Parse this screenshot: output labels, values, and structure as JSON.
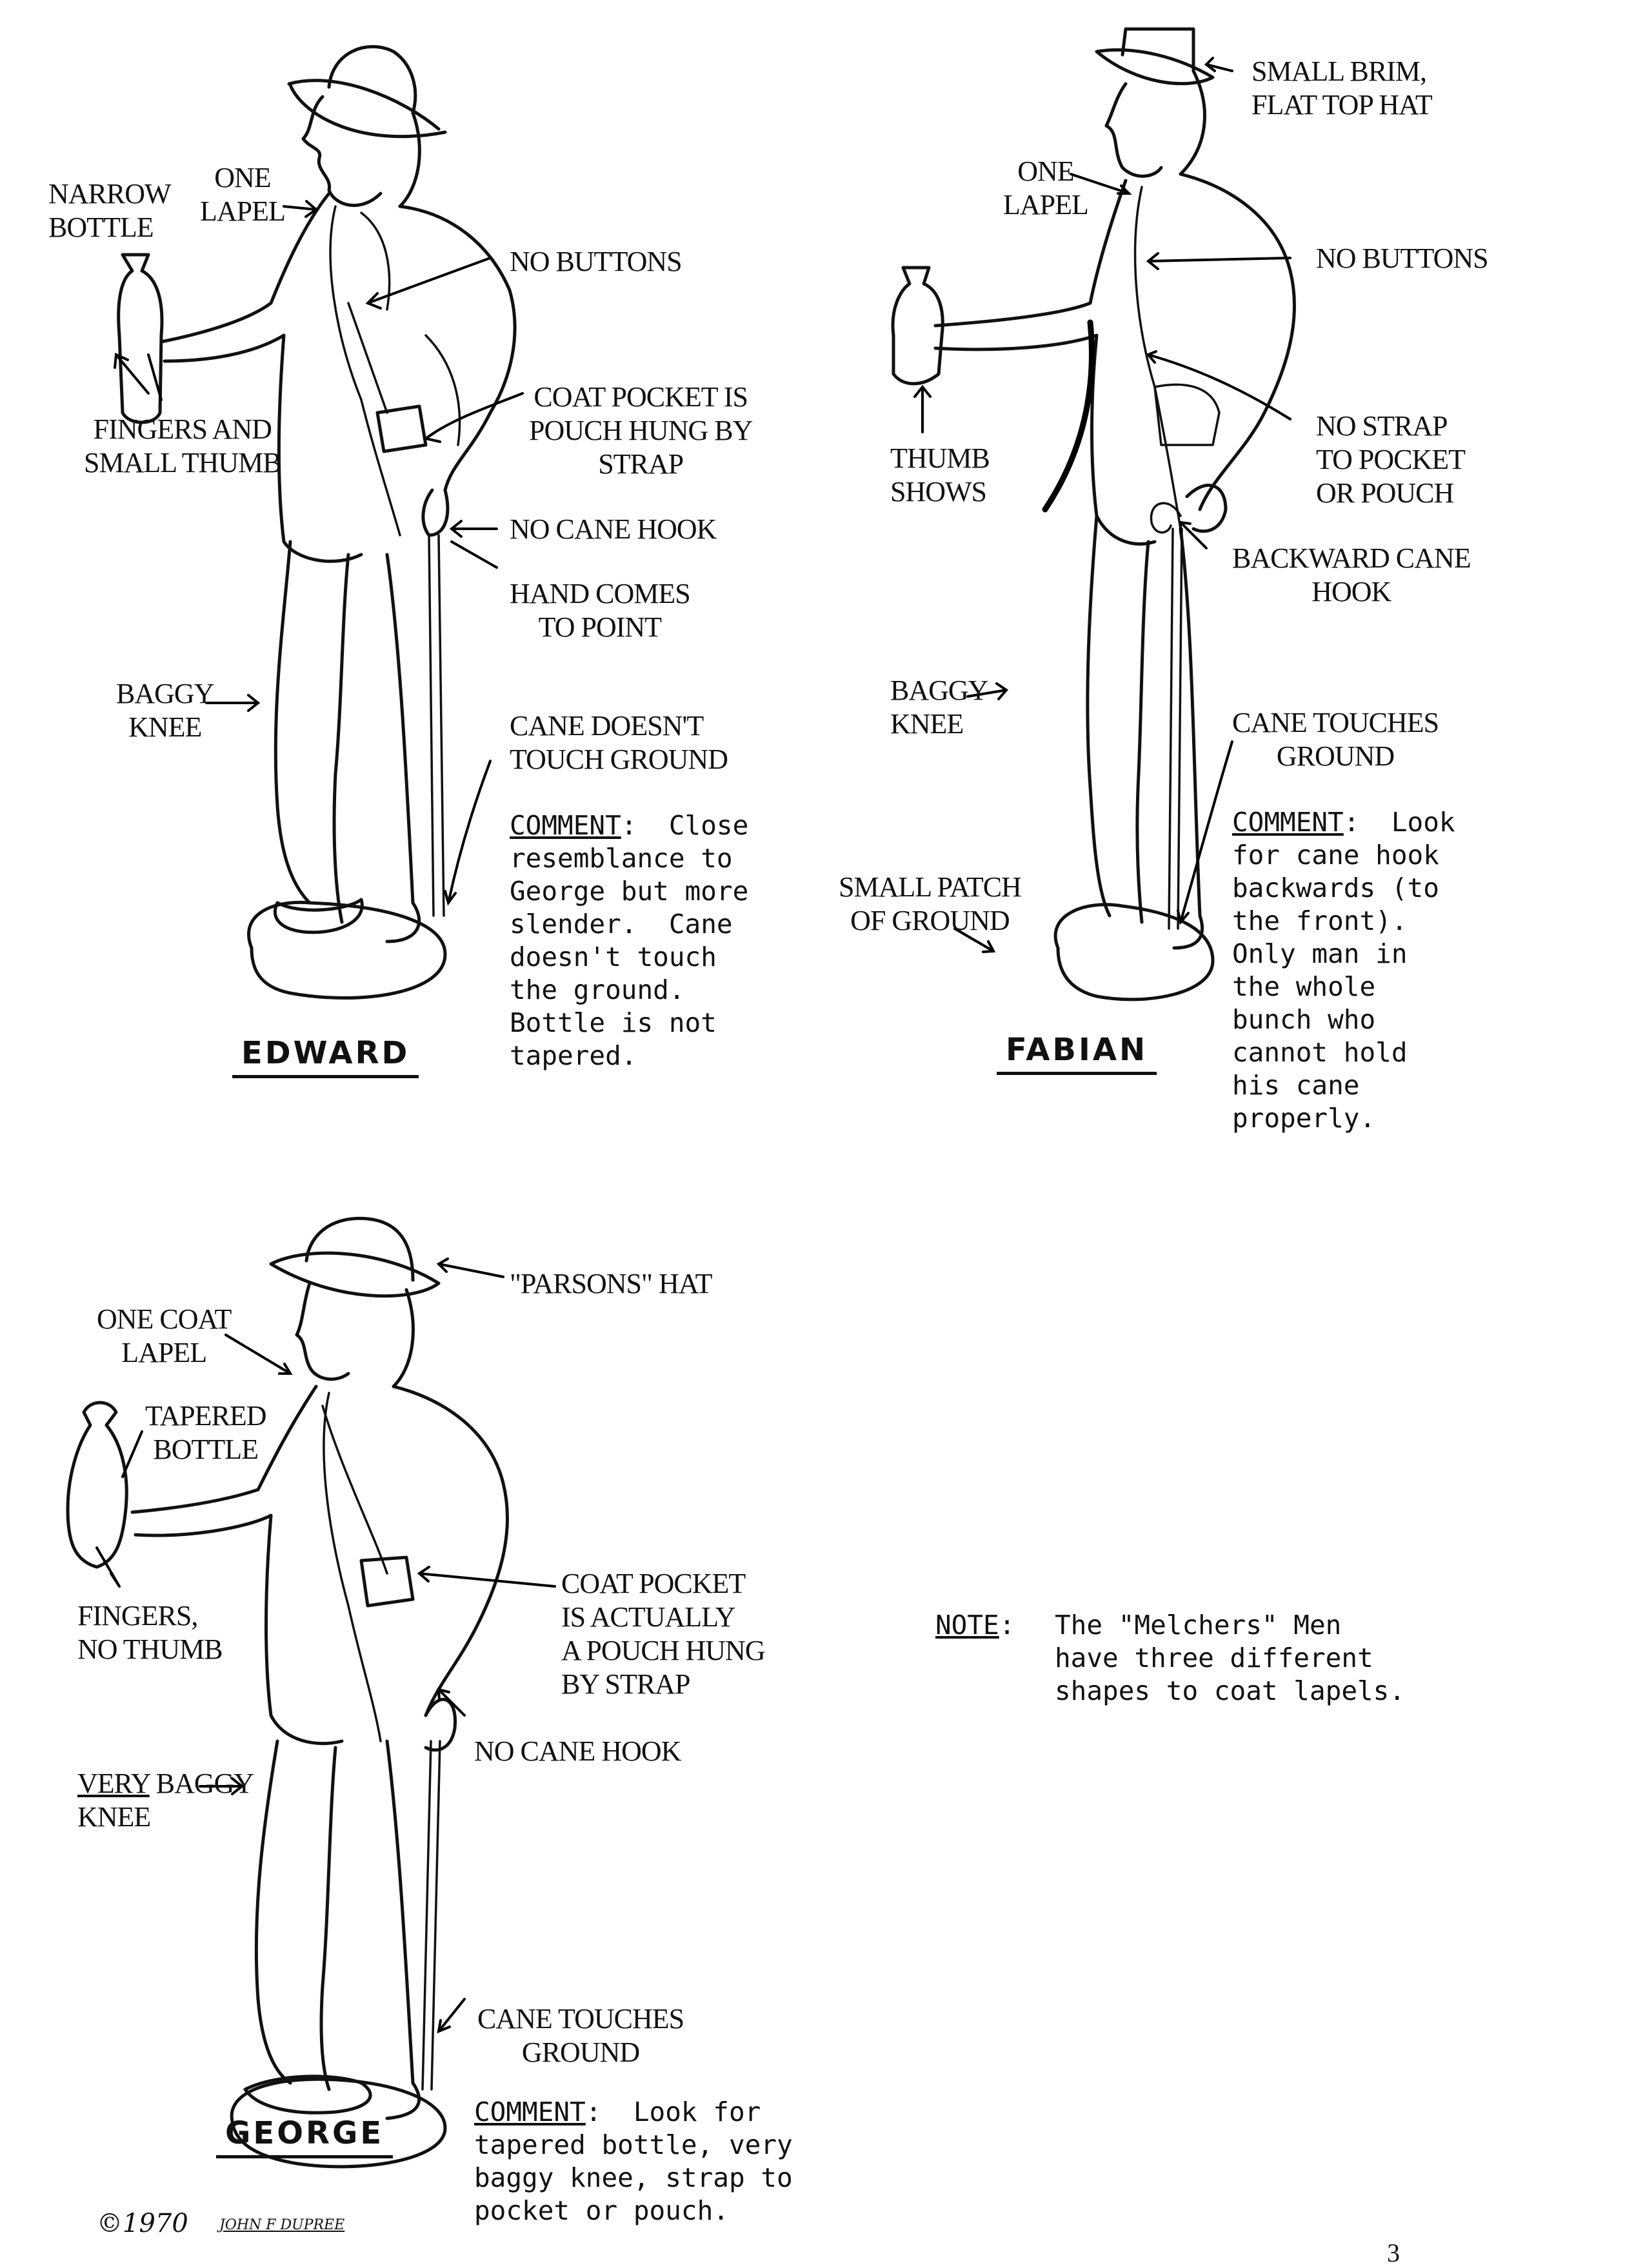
{
  "edward": {
    "name": "EDWARD",
    "labels": {
      "narrow_bottle": "NARROW\nBOTTLE",
      "one_lapel": "ONE\nLAPEL",
      "no_buttons": "NO BUTTONS",
      "fingers": "FINGERS AND\nSMALL THUMB",
      "coat_pocket": "COAT POCKET IS\nPOUCH HUNG BY\nSTRAP",
      "no_cane_hook": "NO CANE HOOK",
      "hand_point": "HAND COMES\nTO POINT",
      "baggy_knee": "BAGGY\nKNEE",
      "cane_ground": "CANE DOESN'T\nTOUCH GROUND"
    },
    "comment_title": "COMMENT",
    "comment_text": ":  Close\nresemblance to\nGeorge but more\nslender.  Cane\ndoesn't touch\nthe ground.\nBottle is not\ntapered."
  },
  "fabian": {
    "name": "FABIAN",
    "labels": {
      "hat": "SMALL BRIM,\nFLAT TOP HAT",
      "one_lapel": "ONE\nLAPEL",
      "no_buttons": "NO BUTTONS",
      "thumb": "THUMB\nSHOWS",
      "no_strap": "NO STRAP\nTO POCKET\nOR POUCH",
      "cane_hook": "BACKWARD CANE\nHOOK",
      "baggy_knee": "BAGGY\nKNEE",
      "cane_ground": "CANE TOUCHES\nGROUND",
      "patch": "SMALL PATCH\nOF GROUND"
    },
    "comment_title": "COMMENT",
    "comment_text": ":  Look\nfor cane hook\nbackwards (to\nthe front).\nOnly man in\nthe whole\nbunch who\ncannot hold\nhis cane\nproperly."
  },
  "george": {
    "name": "GEORGE",
    "labels": {
      "hat": "\"PARSONS\" HAT",
      "lapel": "ONE COAT\nLAPEL",
      "bottle": "TAPERED\nBOTTLE",
      "fingers": "FINGERS,\nNO THUMB",
      "pocket": "COAT POCKET\nIS ACTUALLY\nA POUCH HUNG\nBY STRAP",
      "no_cane_hook": "NO CANE HOOK",
      "very": "VERY",
      "baggy": " BAGGY\nKNEE",
      "cane_ground": "CANE TOUCHES\nGROUND"
    },
    "comment_title": "COMMENT",
    "comment_text": ":  Look for\ntapered bottle, very\nbaggy knee, strap to\npocket or pouch."
  },
  "note": {
    "title": "NOTE",
    "text": "The \"Melchers\" Men\nhave three different\nshapes to coat lapels."
  },
  "copyright": "©1970",
  "author": "JOHN F DUPREE",
  "page_number": "3"
}
